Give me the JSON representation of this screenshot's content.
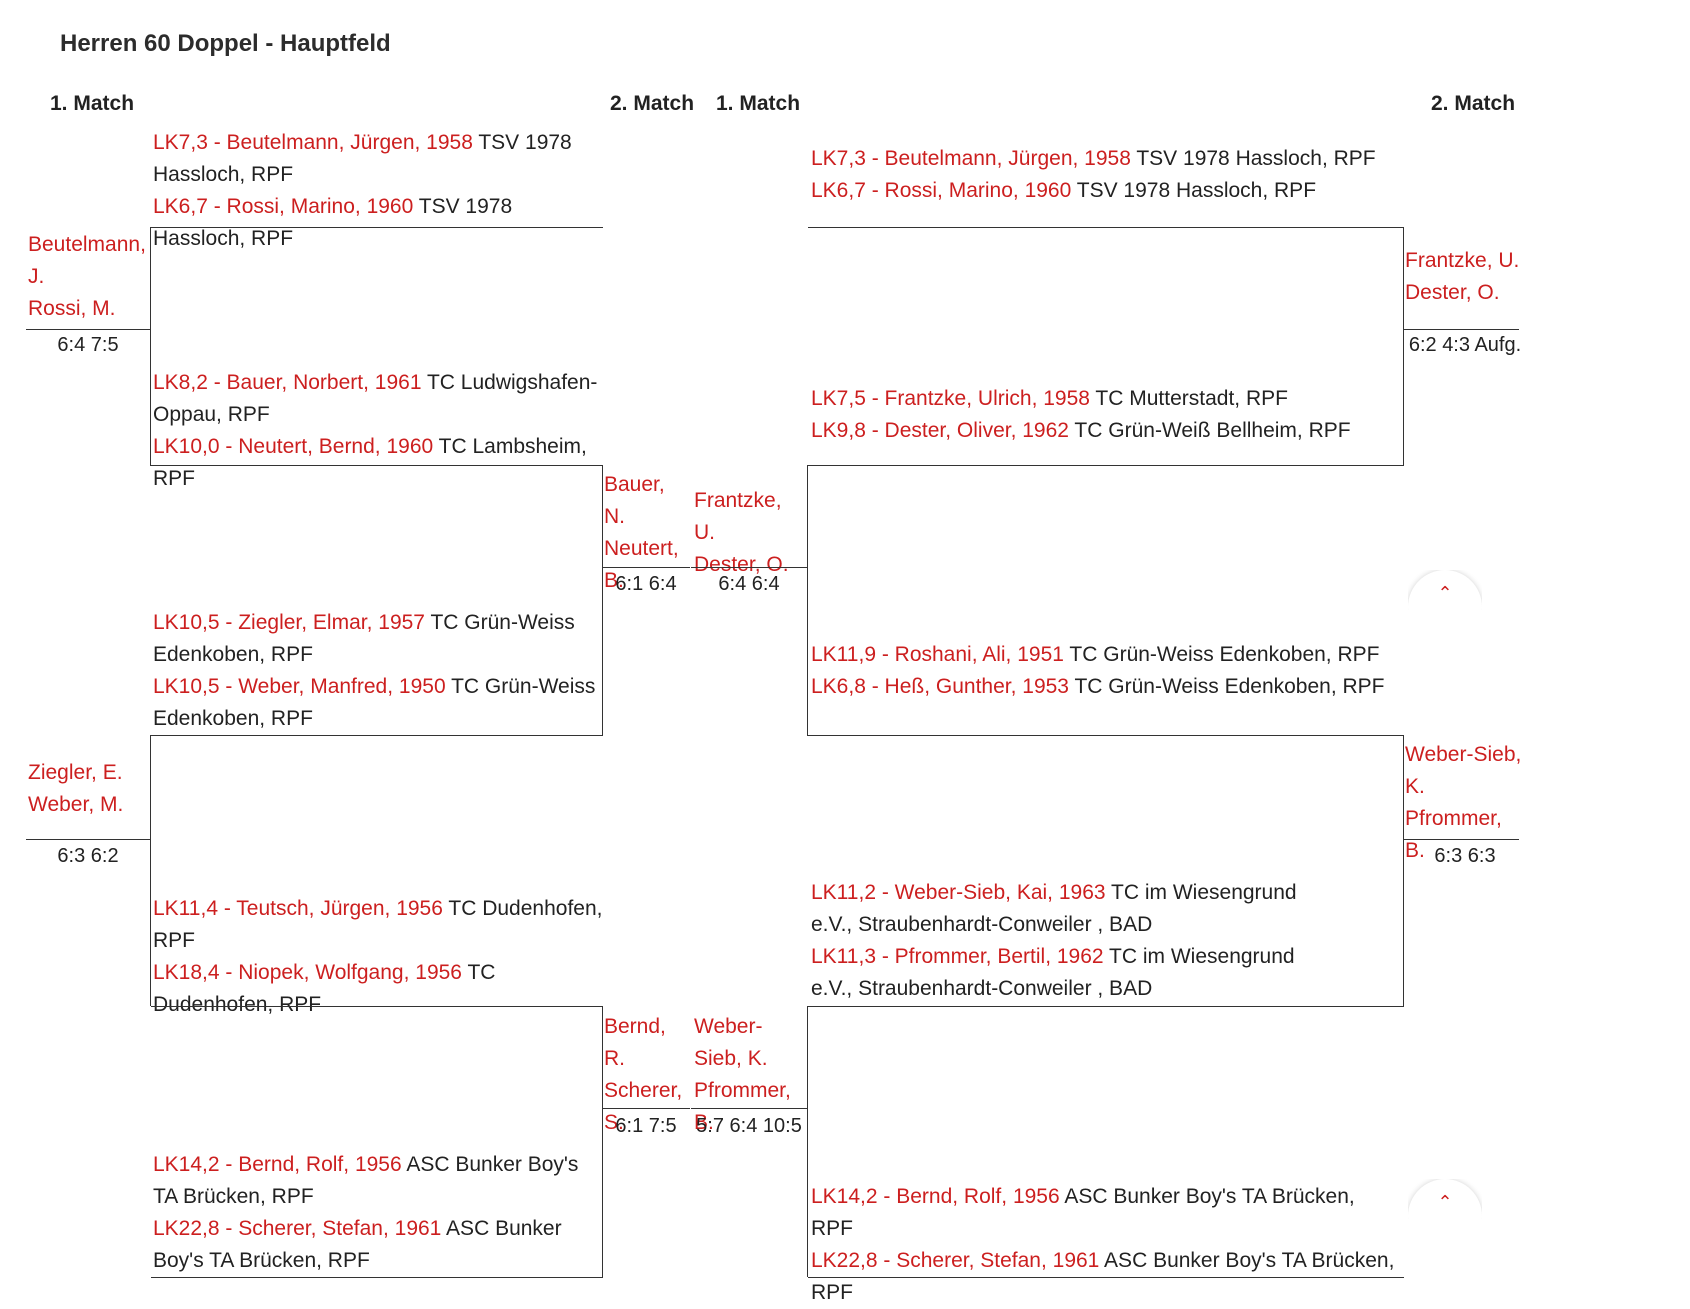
{
  "title": "Herren 60 Doppel - Hauptfeld",
  "headers": {
    "left_round1": "1. Match",
    "left_round2": "2. Match",
    "right_round1": "1. Match",
    "right_round2": "2. Match"
  },
  "left": {
    "entries": [
      {
        "p1_red": "LK7,3 - Beutelmann, Jürgen, 1958",
        "p1_club": " TSV 1978 Hassloch, RPF",
        "p2_red": "LK6,7 - Rossi, Marino, 1960",
        "p2_club": " TSV 1978 Hassloch, RPF"
      },
      {
        "p1_red": "LK8,2 - Bauer, Norbert, 1961",
        "p1_club": " TC Ludwigshafen-Oppau, RPF",
        "p2_red": "LK10,0 - Neutert, Bernd, 1960",
        "p2_club": " TC Lambsheim, RPF"
      },
      {
        "p1_red": "LK10,5 - Ziegler, Elmar, 1957",
        "p1_club": " TC Grün-Weiss Edenkoben, RPF",
        "p2_red": "LK10,5 - Weber, Manfred, 1950",
        "p2_club": " TC Grün-Weiss Edenkoben, RPF"
      },
      {
        "p1_red": "LK11,4 - Teutsch, Jürgen, 1956",
        "p1_club": " TC Dudenhofen, RPF",
        "p2_red": "LK18,4 - Niopek, Wolfgang, 1956",
        "p2_club": " TC Dudenhofen, RPF"
      },
      {
        "p1_red": "LK14,2 - Bernd, Rolf, 1956",
        "p1_club": " ASC Bunker Boy's TA Brücken, RPF",
        "p2_red": "LK22,8 - Scherer, Stefan, 1961",
        "p2_club": " ASC Bunker Boy's TA Brücken, RPF"
      }
    ],
    "outer_winners": [
      {
        "line1": "Beutelmann, J.",
        "line2": "Rossi, M.",
        "score": "6:4 7:5"
      },
      {
        "line1": "Ziegler, E.",
        "line2": "Weber, M.",
        "score": "6:3 6:2"
      }
    ],
    "inner_winners": [
      {
        "line1": "Bauer, N.",
        "line2": "Neutert, B.",
        "score": "6:1 6:4"
      },
      {
        "line1": "Bernd, R.",
        "line2": "Scherer, S.",
        "score": "6:1 7:5"
      }
    ]
  },
  "right": {
    "entries": [
      {
        "p1_red": "LK7,3 - Beutelmann, Jürgen, 1958",
        "p1_club": " TSV 1978 Hassloch, RPF",
        "p2_red": "LK6,7 - Rossi, Marino, 1960",
        "p2_club": " TSV 1978 Hassloch, RPF"
      },
      {
        "p1_red": "LK7,5 - Frantzke, Ulrich, 1958",
        "p1_club": " TC Mutterstadt, RPF",
        "p2_red": "LK9,8 - Dester, Oliver, 1962",
        "p2_club": " TC Grün-Weiß Bellheim, RPF"
      },
      {
        "p1_red": "LK11,9 - Roshani, Ali, 1951",
        "p1_club": " TC Grün-Weiss Edenkoben, RPF",
        "p2_red": "LK6,8 - Heß, Gunther, 1953",
        "p2_club": " TC Grün-Weiss Edenkoben, RPF"
      },
      {
        "p1_red": "LK11,2 - Weber-Sieb, Kai, 1963",
        "p1_club": " TC im Wiesengrund e.V., Straubenhardt-Conweiler , BAD",
        "p2_red": "LK11,3 - Pfrommer, Bertil, 1962",
        "p2_club": " TC im Wiesengrund e.V., Straubenhardt-Conweiler , BAD"
      },
      {
        "p1_red": "LK14,2 - Bernd, Rolf, 1956",
        "p1_club": " ASC Bunker Boy's TA Brücken, RPF",
        "p2_red": "LK22,8 - Scherer, Stefan, 1961",
        "p2_club": " ASC Bunker Boy's TA Brücken, RPF"
      }
    ],
    "outer_winners": [
      {
        "line1": "Frantzke, U.",
        "line2": "Dester, O.",
        "score": "6:2 4:3 Aufg."
      },
      {
        "line1": "Weber-Sieb, K.",
        "line2": "Pfrommer, B.",
        "score": "6:3 6:3"
      }
    ],
    "inner_winners": [
      {
        "line1": "Frantzke, U.",
        "line2": "Dester, O.",
        "score": "6:4 6:4"
      },
      {
        "line1": "Weber-Sieb, K.",
        "line2": "Pfrommer, B.",
        "score": "5:7 6:4 10:5"
      }
    ]
  },
  "icons": {
    "scroll_up": "chevron-up-icon"
  },
  "colors": {
    "accent": "#cc1f1f",
    "line": "#333333",
    "text": "#222222"
  }
}
